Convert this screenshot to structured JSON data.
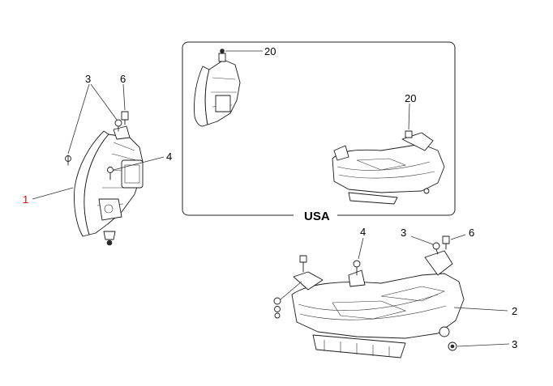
{
  "diagram": {
    "region_label": "USA",
    "callouts": [
      {
        "id": "c-1",
        "label": "1",
        "color": "#e00000"
      },
      {
        "id": "c-3a",
        "label": "3",
        "color": "#000000"
      },
      {
        "id": "c-6a",
        "label": "6",
        "color": "#000000"
      },
      {
        "id": "c-4a",
        "label": "4",
        "color": "#000000"
      },
      {
        "id": "c-20a",
        "label": "20",
        "color": "#000000"
      },
      {
        "id": "c-20b",
        "label": "20",
        "color": "#000000"
      },
      {
        "id": "c-4b",
        "label": "4",
        "color": "#000000"
      },
      {
        "id": "c-3b",
        "label": "3",
        "color": "#000000"
      },
      {
        "id": "c-6b",
        "label": "6",
        "color": "#000000"
      },
      {
        "id": "c-2",
        "label": "2",
        "color": "#000000"
      },
      {
        "id": "c-3c",
        "label": "3",
        "color": "#000000"
      }
    ]
  }
}
